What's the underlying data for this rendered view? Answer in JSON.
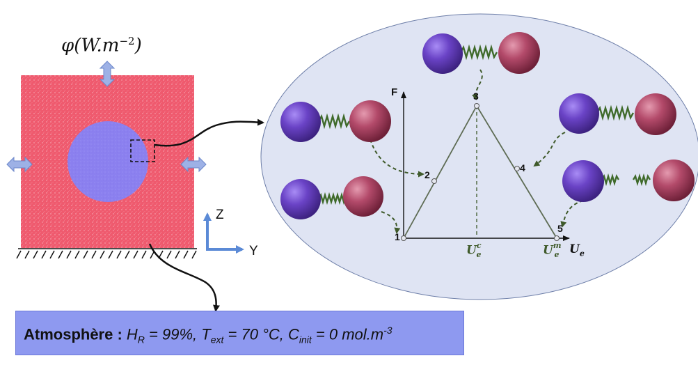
{
  "flux_label": {
    "prefix": "φ(W.m",
    "exp": "−2",
    "suffix": ")"
  },
  "axes_labels": {
    "z": "Z",
    "y": "Y"
  },
  "graph": {
    "y_axis_label": "F",
    "x_axis_label_base": "U",
    "x_axis_label_sub": "e",
    "uc_base": "U",
    "uc_sup": "c",
    "uc_sub": "e",
    "um_base": "U",
    "um_sup": "m",
    "um_sub": "e",
    "points": [
      "1",
      "2",
      "3",
      "4",
      "5"
    ]
  },
  "atmosphere": {
    "title": "Atmosphère :",
    "hr_base": "H",
    "hr_sub": "R",
    "hr_value": " = 99%, ",
    "t_base": "T",
    "t_sub": "ext",
    "t_value": " = 70 °C, ",
    "c_base": "C",
    "c_sub": "init",
    "c_value": " = 0 mol.m",
    "c_exp": "-3"
  },
  "colors": {
    "matrix": "#ef5a6e",
    "inclusion": "#8a7ff0",
    "ellipse": "#dfe4f3",
    "bottom_box": "#8e99f0",
    "sphere_purple": "#6c44c4",
    "sphere_red": "#b84a6a",
    "spring": "#3f6a2a",
    "arrow_blue": "#5b8ad6"
  }
}
